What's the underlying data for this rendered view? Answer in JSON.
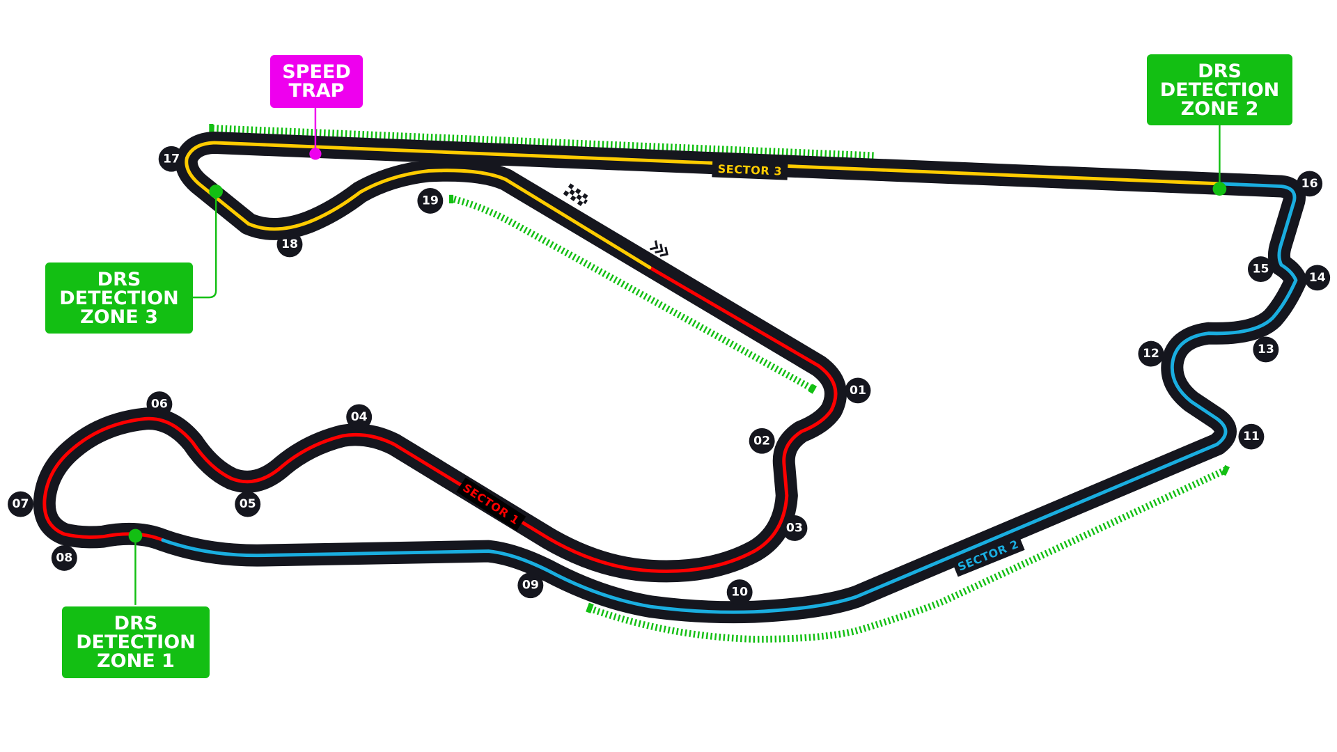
{
  "colors": {
    "track": "#15161e",
    "sector1": "#ff0000",
    "sector2": "#1aaee0",
    "sector3": "#ffcc00",
    "drs": "#13bf13",
    "speed_trap": "#ee00ee",
    "badge_bg": "#15161e",
    "badge_text": "#ffffff"
  },
  "sectors": [
    {
      "id": "sector1",
      "label": "SECTOR 1"
    },
    {
      "id": "sector2",
      "label": "SECTOR 2"
    },
    {
      "id": "sector3",
      "label": "SECTOR 3"
    }
  ],
  "corners": [
    "01",
    "02",
    "03",
    "04",
    "05",
    "06",
    "07",
    "08",
    "09",
    "10",
    "11",
    "12",
    "13",
    "14",
    "15",
    "16",
    "17",
    "18",
    "19"
  ],
  "callouts": {
    "speed_trap": {
      "line1": "SPEED",
      "line2": "TRAP"
    },
    "drs1": {
      "line1": "DRS",
      "line2": "DETECTION",
      "line3": "ZONE 1"
    },
    "drs2": {
      "line1": "DRS",
      "line2": "DETECTION",
      "line3": "ZONE 2"
    },
    "drs3": {
      "line1": "DRS",
      "line2": "DETECTION",
      "line3": "ZONE 3"
    }
  },
  "icons": {
    "start_finish": "checkered-flag-icon",
    "direction": "direction-chevrons-icon"
  }
}
